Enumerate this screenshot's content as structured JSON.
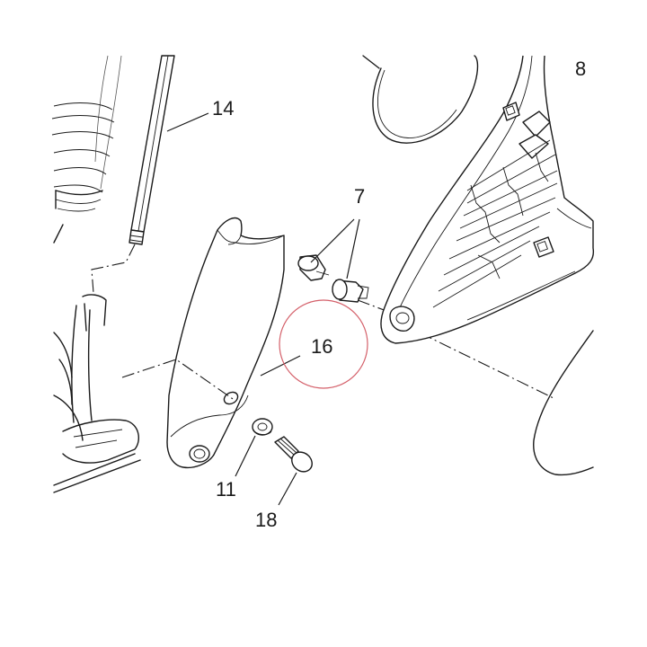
{
  "callouts": {
    "label_8": "8",
    "label_14": "14",
    "label_7": "7",
    "label_16": "16",
    "label_11": "11",
    "label_18": "18"
  },
  "highlight": {
    "target": "16",
    "color": "#d4606a"
  },
  "line_color": "#1a1a1a"
}
